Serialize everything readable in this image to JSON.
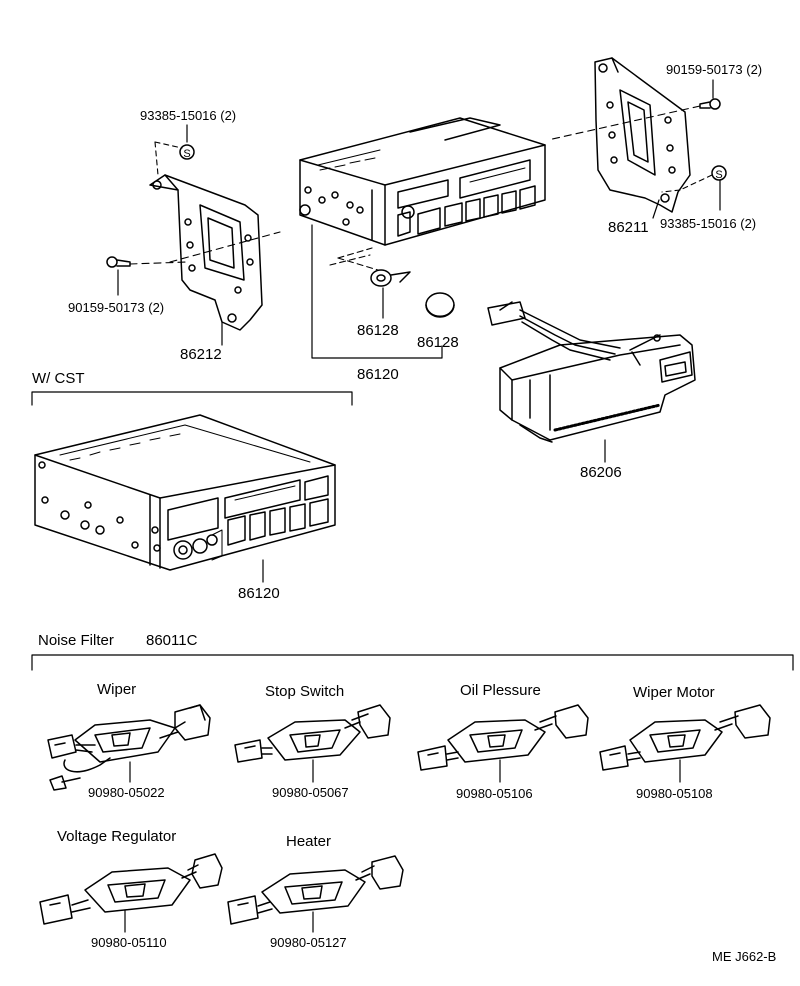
{
  "parts": {
    "screw_left": "90159-50173 (2)",
    "clip_left": "93385-15016 (2)",
    "bracket_left": "86212",
    "knob_left": "86128",
    "knob_right": "86128",
    "radio_assembly": "86120",
    "screw_right": "90159-50173 (2)",
    "clip_right": "93385-15016 (2)",
    "bracket_right": "86211",
    "amplifier": "86206",
    "radio_cst": "86120"
  },
  "sections": {
    "w_cst": "W/ CST",
    "noise_filter_label": "Noise Filter",
    "noise_filter_pn": "86011C"
  },
  "filters": [
    {
      "name": "Wiper",
      "part": "90980-05022"
    },
    {
      "name": "Stop Switch",
      "part": "90980-05067"
    },
    {
      "name": "Oil Plessure",
      "part": "90980-05106"
    },
    {
      "name": "Wiper Motor",
      "part": "90980-05108"
    },
    {
      "name": "Voltage Regulator",
      "part": "90980-05110"
    },
    {
      "name": "Heater",
      "part": "90980-05127"
    }
  ],
  "clip_symbol": "S",
  "footer": "ME  J662-B"
}
